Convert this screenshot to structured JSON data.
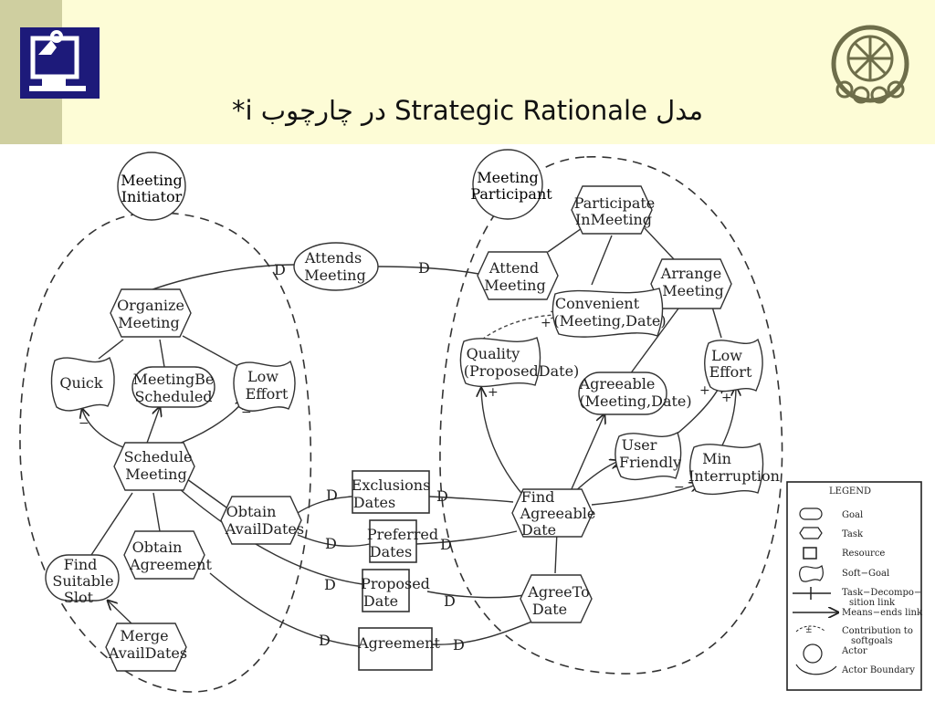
{
  "slide": {
    "title": "مدل Strategic Rationale در چارچوب i*"
  },
  "actors": {
    "initiator": {
      "line1": "Meeting",
      "line2": "Initiator"
    },
    "participant": {
      "line1": "Meeting",
      "line2": "Participant"
    }
  },
  "nodes": {
    "organize_meeting": [
      "Organize",
      "Meeting"
    ],
    "quick": [
      "Quick"
    ],
    "meeting_be_scheduled": [
      "MeetingBe",
      "Scheduled"
    ],
    "low_effort_left": [
      "Low",
      "Effort"
    ],
    "schedule_meeting": [
      "Schedule",
      "Meeting"
    ],
    "obtain_availdates": [
      "Obtain",
      "AvailDates"
    ],
    "obtain_agreement": [
      "Obtain",
      "Agreement"
    ],
    "find_suitable_slot": [
      "Find",
      "Suitable",
      "Slot"
    ],
    "merge_availdates": [
      "Merge",
      "AvailDates"
    ],
    "attends_meeting": [
      "Attends",
      "Meeting"
    ],
    "exclusions_dates": [
      "Exclusions",
      "Dates"
    ],
    "preferred_dates": [
      "Preferred",
      "Dates"
    ],
    "proposed_date": [
      "Proposed",
      "Date"
    ],
    "agreement": [
      "Agreement"
    ],
    "participate_in_meeting": [
      "Participate",
      "InMeeting"
    ],
    "attend_meeting": [
      "Attend",
      "Meeting"
    ],
    "convenient": [
      "Convenient",
      "(Meeting,Date)"
    ],
    "arrange_meeting": [
      "Arrange",
      "Meeting"
    ],
    "quality": [
      "Quality",
      "(ProposedDate)"
    ],
    "agreeable": [
      "Agreeable",
      "(Meeting,Date)"
    ],
    "low_effort_right": [
      "Low",
      "Effort"
    ],
    "user_friendly": [
      "User",
      "Friendly"
    ],
    "min_interruption": [
      "Min",
      "Interruption"
    ],
    "find_agreeable_date": [
      "Find",
      "Agreeable",
      "Date"
    ],
    "agree_to_date": [
      "AgreeTo",
      "Date"
    ]
  },
  "marks": {
    "dependency": "D",
    "plus": "+",
    "minus": "−",
    "pm": "±"
  },
  "legend": {
    "title": "LEGEND",
    "goal": "Goal",
    "task": "Task",
    "resource": "Resource",
    "softgoal": "Soft−Goal",
    "decomp": [
      "Task−Decompo−",
      "sition link"
    ],
    "means_ends": "Means−ends link",
    "contribution": [
      "Contribution to",
      "softgoals"
    ],
    "actor": "Actor",
    "boundary": "Actor Boundary"
  }
}
